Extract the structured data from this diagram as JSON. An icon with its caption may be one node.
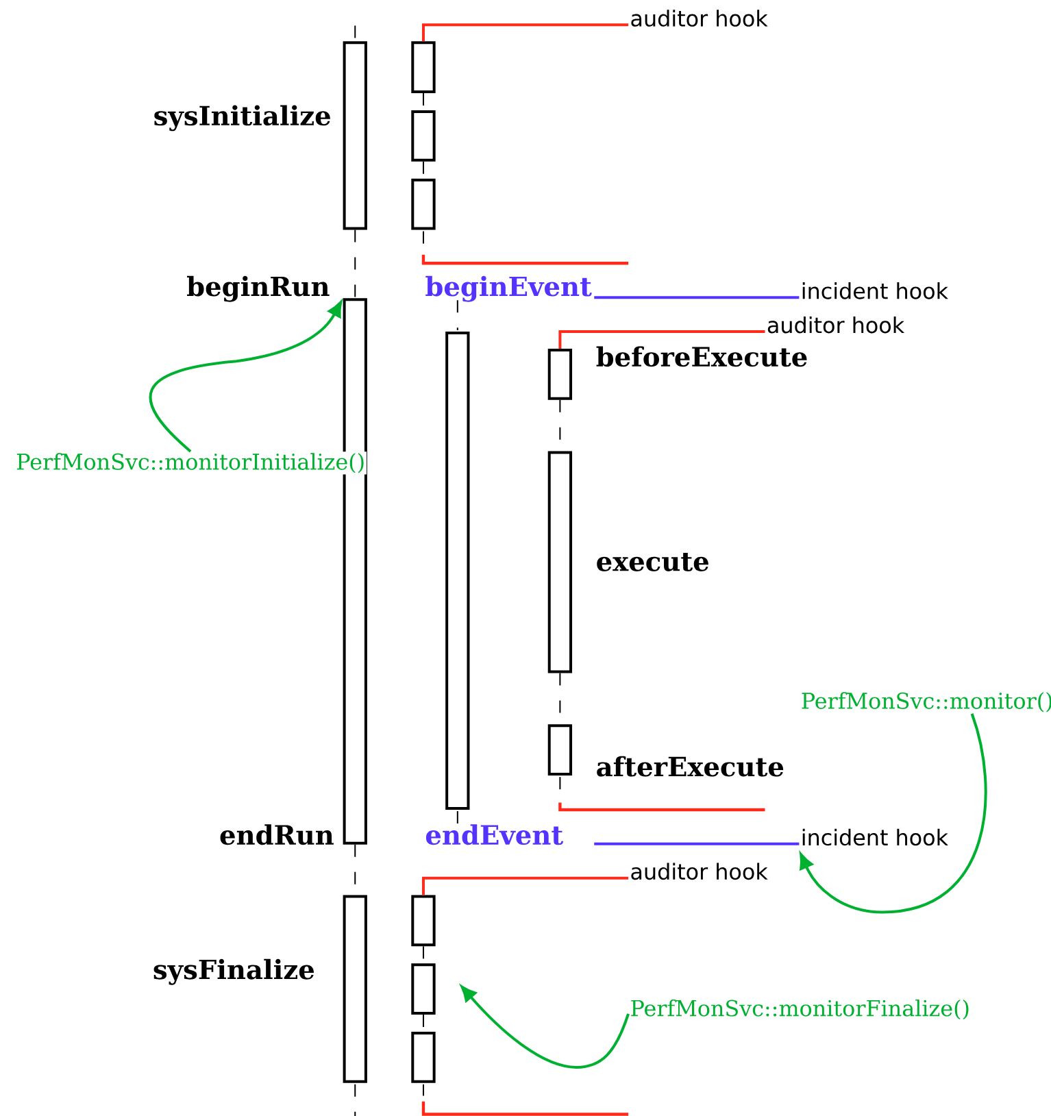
{
  "diagram": {
    "nodes": [
      {
        "text": [
          "auditor hook"
        ]
      },
      {
        "text": [],
        "shape": "bar",
        "beside": [
          "sysInitialize"
        ]
      },
      {
        "text": [],
        "shape": "bar"
      },
      {
        "text": [],
        "shape": "bar"
      },
      {
        "text": [],
        "shape": "bar"
      },
      {
        "text": [],
        "shape": "bar",
        "beside": [
          "beginRun",
          "endRun"
        ]
      },
      {
        "text": [],
        "shape": "bar",
        "beside": [
          "beginEvent",
          "endEvent"
        ]
      },
      {
        "text": [
          "incident hook"
        ]
      },
      {
        "text": [
          "auditor hook"
        ]
      },
      {
        "text": [],
        "shape": "bar",
        "beside": [
          "beforeExecute"
        ]
      },
      {
        "text": [
          "PerfMonSvc::monitorInitialize()"
        ]
      },
      {
        "text": [],
        "shape": "bar",
        "beside": [
          "execute"
        ]
      },
      {
        "text": [
          "PerfMonSvc::monitor()"
        ]
      },
      {
        "text": [],
        "shape": "bar",
        "beside": [
          "afterExecute"
        ]
      },
      {
        "text": [
          "incident hook"
        ]
      },
      {
        "text": [
          "auditor hook"
        ]
      },
      {
        "text": [],
        "shape": "bar",
        "beside": [
          "sysFinalize"
        ]
      },
      {
        "text": [],
        "shape": "bar"
      },
      {
        "text": [],
        "shape": "bar"
      },
      {
        "text": [],
        "shape": "bar"
      },
      {
        "text": [
          "PerfMonSvc::monitorFinalize()"
        ]
      }
    ],
    "edges": [
      {
        "from": 10,
        "to": 5,
        "arrow": "to",
        "color": "#00b030"
      },
      {
        "from": 12,
        "to": 14,
        "arrow": "to",
        "color": "#00b030"
      },
      {
        "from": 20,
        "to": 18,
        "arrow": "to",
        "color": "#00b030"
      },
      {
        "from": 0,
        "to": 2,
        "arrow": "none",
        "color": "#ff2a1a"
      },
      {
        "from": 8,
        "to": 9,
        "arrow": "none",
        "color": "#ff2a1a"
      },
      {
        "from": 15,
        "to": 17,
        "arrow": "none",
        "color": "#ff2a1a"
      },
      {
        "from": 1,
        "to": 5,
        "arrow": "none",
        "style": "dashed"
      },
      {
        "from": 5,
        "to": 16,
        "arrow": "none",
        "style": "dashed"
      },
      {
        "from": 2,
        "to": 3,
        "arrow": "none",
        "style": "dashed"
      },
      {
        "from": 3,
        "to": 4,
        "arrow": "none",
        "style": "dashed"
      },
      {
        "from": 9,
        "to": 11,
        "arrow": "none",
        "style": "dashed"
      },
      {
        "from": 11,
        "to": 13,
        "arrow": "none",
        "style": "dashed"
      },
      {
        "from": 17,
        "to": 18,
        "arrow": "none",
        "style": "dashed"
      },
      {
        "from": 18,
        "to": 19,
        "arrow": "none",
        "style": "dashed"
      },
      {
        "from": 6,
        "to": 7,
        "arrow": "none",
        "color": "#5533ff"
      },
      {
        "from": 6,
        "to": 14,
        "arrow": "none",
        "color": "#5533ff"
      }
    ]
  }
}
